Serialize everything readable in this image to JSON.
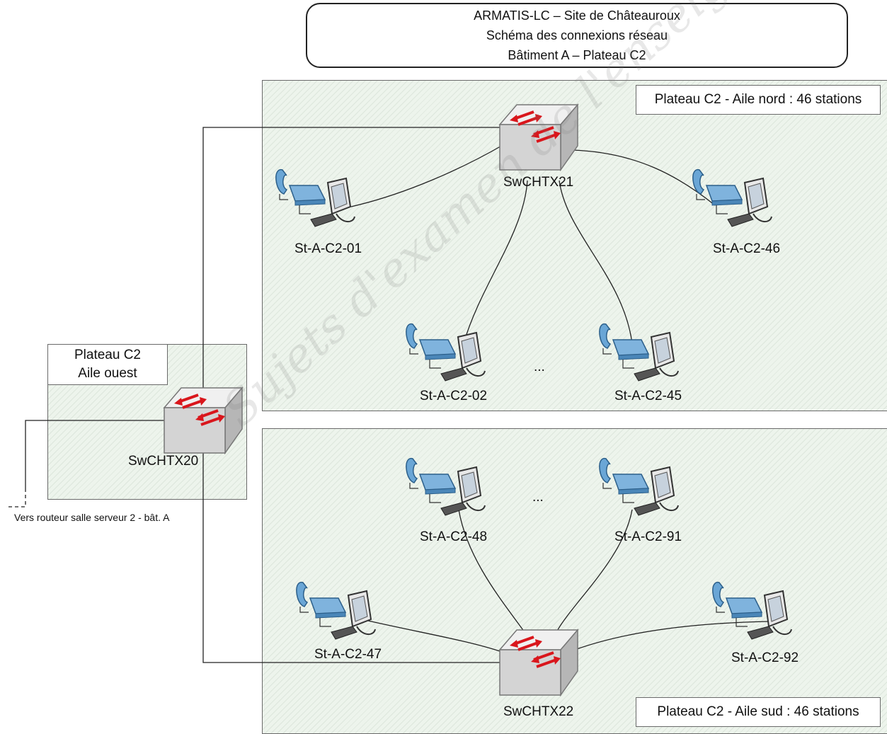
{
  "title": {
    "line1": "ARMATIS-LC – Site de Châteauroux",
    "line2": "Schéma des connexions réseau",
    "line3": "Bâtiment A – Plateau C2"
  },
  "zones": {
    "north": {
      "caption": "Plateau C2 - Aile nord : 46 stations"
    },
    "south": {
      "caption": "Plateau C2 - Aile sud : 46 stations"
    },
    "west": {
      "caption_line1": "Plateau C2",
      "caption_line2": "Aile ouest"
    }
  },
  "switches": {
    "sw20": "SwCHTX20",
    "sw21": "SwCHTX21",
    "sw22": "SwCHTX22"
  },
  "stations": {
    "st01": "St-A-C2-01",
    "st02": "St-A-C2-02",
    "st45": "St-A-C2-45",
    "st46": "St-A-C2-46",
    "st47": "St-A-C2-47",
    "st48": "St-A-C2-48",
    "st91": "St-A-C2-91",
    "st92": "St-A-C2-92"
  },
  "ellipsis_north": "...",
  "ellipsis_south": "...",
  "uplink_label": "Vers routeur salle serveur 2 - bât. A",
  "watermark": "Sujets d'examen de l'enseignement professionnel",
  "colors": {
    "zone_fill": "#edf4ec",
    "switch_body": "#d4d4d4",
    "switch_arrows": "#d9161c",
    "phone": "#6aa6d6",
    "monitor": "#555555"
  },
  "icons": {
    "switch": "network-switch-icon",
    "station": "workstation-icon",
    "phone": "ip-phone-icon"
  }
}
